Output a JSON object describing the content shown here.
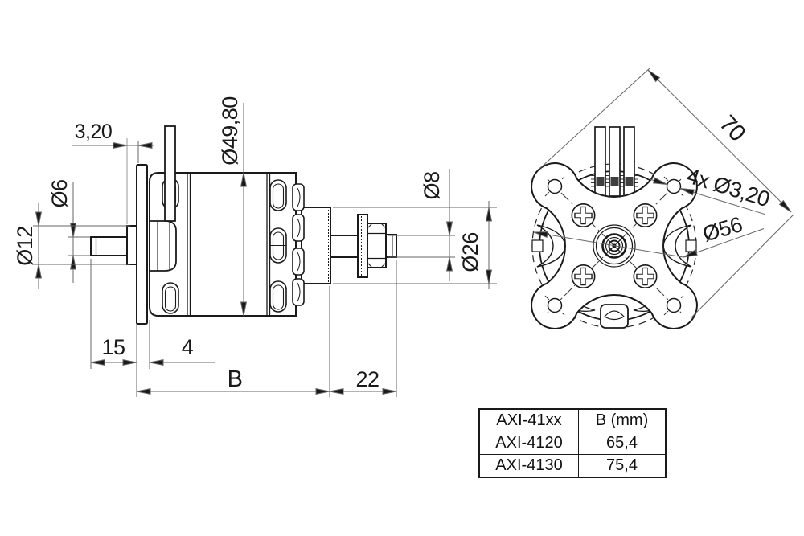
{
  "colors": {
    "ink": "#1a1a1a",
    "construction": "#666666"
  },
  "side_view": {
    "dims": {
      "boss_offset": "3,20",
      "front_shaft_dia": "Ø6",
      "boss_dia": "Ø12",
      "body_dia": "Ø49,80",
      "rear_shaft_dia": "Ø8",
      "rear_collar_dia": "Ø26",
      "front_shaft_len": "15",
      "flange_to_hub": "4",
      "body_len": "B",
      "rear_len": "22"
    }
  },
  "front_view": {
    "dims": {
      "mount_diagonal": "70",
      "mount_holes": "4x Ø3,20",
      "bell_dia": "Ø56"
    }
  },
  "spec_table": {
    "header": {
      "model": "AXI-41xx",
      "b_mm": "B (mm)"
    },
    "rows": [
      {
        "model": "AXI-4120",
        "b_mm": "65,4"
      },
      {
        "model": "AXI-4130",
        "b_mm": "75,4"
      }
    ]
  }
}
